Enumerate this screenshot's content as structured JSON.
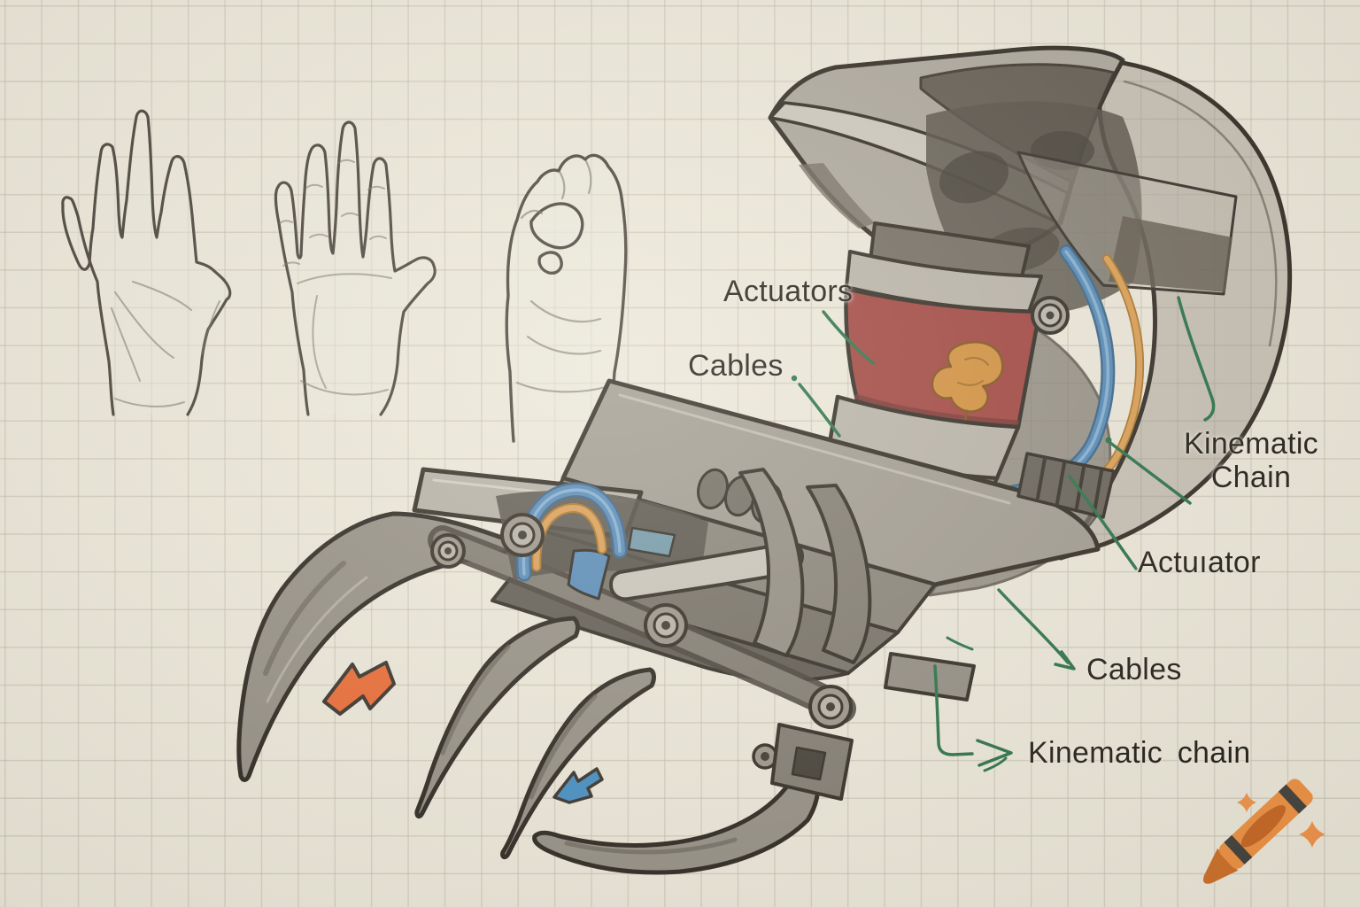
{
  "labels": {
    "actuators": "Actuators",
    "cables_upper": "Cables",
    "kinematic_chain_line1": "Kinematic",
    "kinematic_chain_line2": "Chain",
    "actuator": "Actuıator",
    "cables_lower": "Cables",
    "kinematic_chain_bottom": "Kinematic chain"
  },
  "colors": {
    "paper": "#eae6d9",
    "grid_line": "#d2cdbf",
    "annotation_green": "#1f6b40",
    "label_text": "#16130e",
    "actuator_band_red": "#9c3b37",
    "emblem_orange": "#cf8a35",
    "cable_blue": "#4e84b5",
    "cable_orange": "#d89a4e",
    "metal_light": "#c6c2b8",
    "metal_mid": "#9c978d",
    "metal_dark": "#57524b",
    "sketch_outline": "#26221b",
    "motion_arrow_open": "#e8622a",
    "motion_arrow_close": "#3a87c0",
    "crayon_orange": "#ec8d3d"
  },
  "icons": {
    "orange_motion_arrow": "arrow-down-left",
    "blue_motion_arrow": "arrow-down-left",
    "logo": "crayon-logo"
  }
}
